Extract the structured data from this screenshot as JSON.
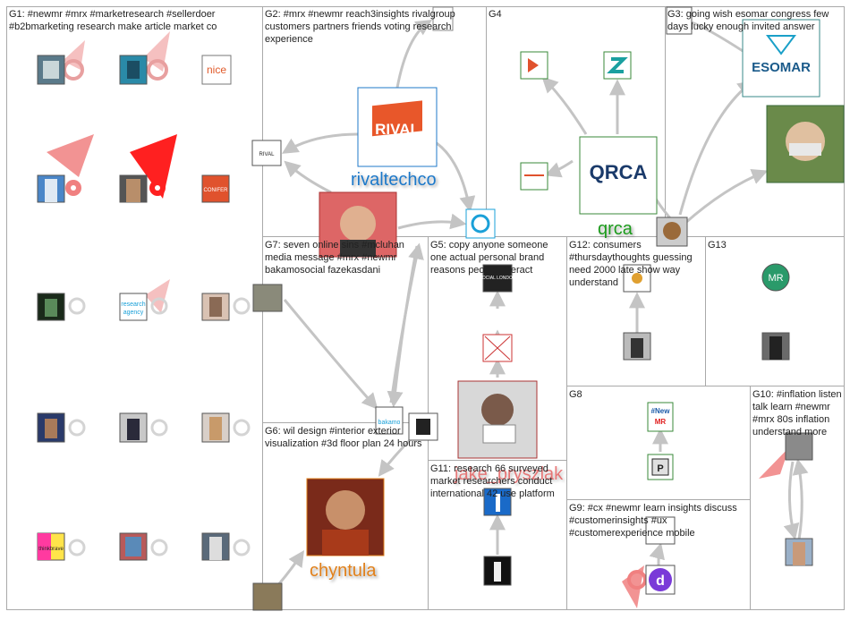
{
  "groups": [
    {
      "id": "G1",
      "label": "G1: #newmr #mrx #marketresearch #sellerdoer #b2bmarketing research make article market co"
    },
    {
      "id": "G2",
      "label": "G2: #mrx #newmr reach3insights rivalgroup customers partners friends voting research experience"
    },
    {
      "id": "G4",
      "label": "G4"
    },
    {
      "id": "G3",
      "label": "G3: going wish esomar congress few days lucky enough invited answer"
    },
    {
      "id": "G7",
      "label": "G7: seven online sins #mcluhan media message #mrx #newmr bakamosocial fazekasdani"
    },
    {
      "id": "G5",
      "label": "G5: copy anyone someone one actual personal brand reasons people interact"
    },
    {
      "id": "G12",
      "label": "G12: consumers #thursdaythoughts guessing need 2000 late show way understand"
    },
    {
      "id": "G13",
      "label": "G13"
    },
    {
      "id": "G8",
      "label": "G8"
    },
    {
      "id": "G10",
      "label": "G10: #inflation listen talk learn #newmr #mrx 80s inflation understand more"
    },
    {
      "id": "G6",
      "label": "G6: wil design #interior exterior visualization #3d floor plan 24 hours"
    },
    {
      "id": "G11",
      "label": "G11: research 66 surveyed market researchers conduct international 42 use platform"
    },
    {
      "id": "G9",
      "label": "G9: #cx #newmr learn insights discuss #customerinsights #ux #customerexperience mobile"
    }
  ],
  "node_labels": {
    "rivaltechco": "rivaltechco",
    "qrca": "qrca",
    "jake_pryszlak": "jake_pryszlak",
    "chyntula": "chyntula"
  },
  "logos": {
    "rival": "RIVAL",
    "esomar": "ESOMAR",
    "qrca": "QRCA",
    "nice": "nice",
    "newmr": "#New MR",
    "mr": "MR",
    "p": "P",
    "bakamo": "bakamo",
    "thinkbrave": "thinkbrave",
    "rivalsmall": "RIVAL",
    "conifer": "CONIFER",
    "social": "SOCIAL LONDON",
    "d": "d"
  },
  "colors": {
    "border": "#a9a9a9",
    "edge": "#c4c4c4",
    "label_rival": "#1f78c8",
    "label_qrca": "#1a9a1a",
    "label_jake": "#e05050",
    "label_chyntula": "#e0801a",
    "arrow_red": "#ff2020",
    "arrow_pink": "#f08080"
  }
}
